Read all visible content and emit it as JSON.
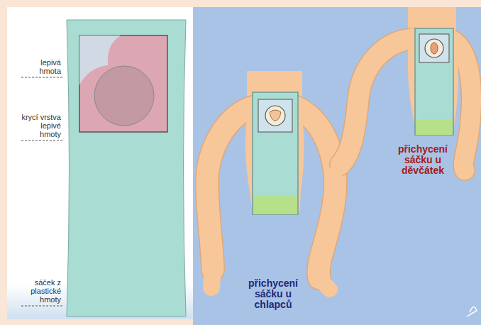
{
  "diagram": {
    "labels": [
      "lepivá hmota",
      "krycí vrstva lepivé hmoty",
      "sáček z plastické hmoty",
      "přichycení sáčku u chlapců",
      "přichycení sáčku u děvčátek"
    ]
  }
}
